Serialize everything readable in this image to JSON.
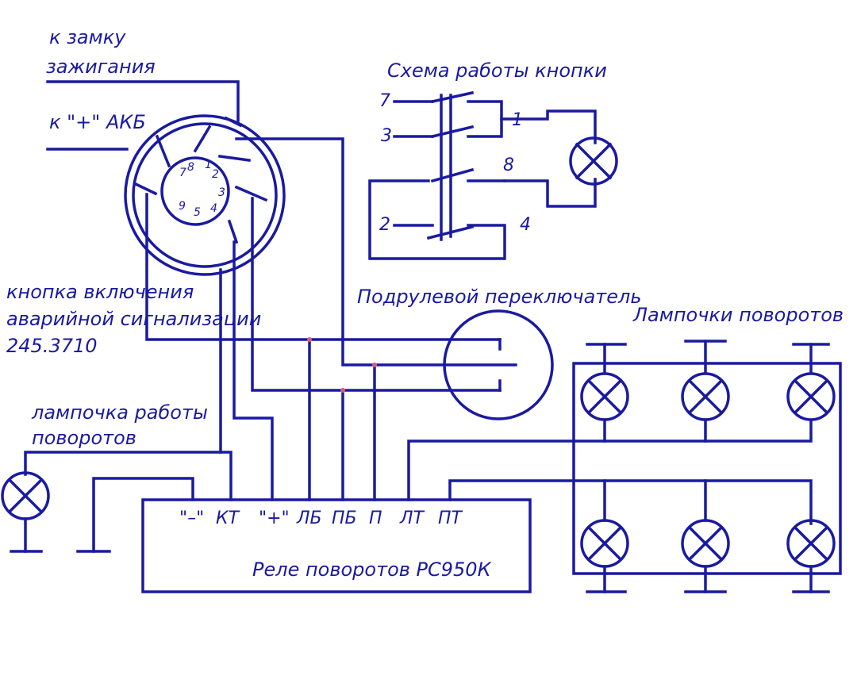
{
  "labels": {
    "ignition_line1": "к замку",
    "ignition_line2": "зажигания",
    "battery": "к \"+\" АКБ",
    "hazard_button_line1": "кнопка включения",
    "hazard_button_line2": "аварийной сигнализации",
    "hazard_button_code": "245.3710",
    "button_scheme": "Схема работы кнопки",
    "column_switch": "Подрулевой переключатель",
    "turn_lamps": "Лампочки поворотов",
    "indicator_line1": "лампочка работы",
    "indicator_line2": "поворотов",
    "relay_name": "Реле поворотов РС950К"
  },
  "relay_terminals": [
    "\"–\"",
    "КТ",
    "\"+\"",
    "ЛБ",
    "ПБ",
    "П",
    "ЛТ",
    "ПТ"
  ],
  "button_contacts": [
    "7",
    "3",
    "1",
    "8",
    "2",
    "4"
  ],
  "connector_pins": [
    "8",
    "7",
    "1",
    "2",
    "3",
    "4",
    "5",
    "9"
  ],
  "colors": {
    "wire": "#1a1aa0",
    "junction": "#d06080",
    "background": "#ffffff"
  }
}
